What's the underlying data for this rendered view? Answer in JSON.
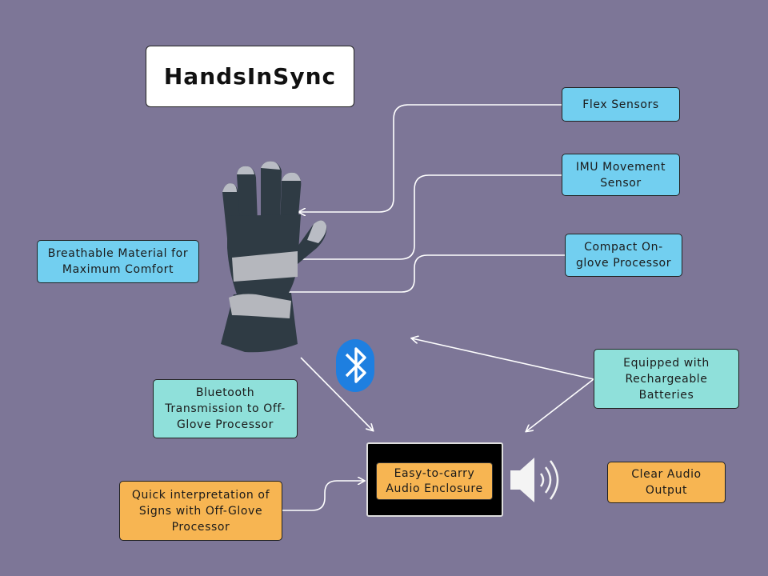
{
  "title": "HandsInSync",
  "labels": {
    "flex_sensors": "Flex Sensors",
    "imu": "IMU Movement Sensor",
    "processor_on": "Compact On-glove Processor",
    "breathable": "Breathable Material for Maximum Comfort",
    "batteries": "Equipped with Rechargeable Batteries",
    "bluetooth": "Bluetooth Transmission to Off-Glove Processor",
    "enclosure": "Easy-to-carry Audio Enclosure",
    "quick": "Quick interpretation of Signs with Off-Glove Processor",
    "audio": "Clear Audio Output"
  },
  "icons": [
    "glove-icon",
    "bluetooth-icon",
    "speaker-icon"
  ],
  "colors": {
    "background": "#7d7697",
    "blue_box": "#72cff0",
    "teal_box": "#8fe0da",
    "orange_box": "#f7b552",
    "bluetooth": "#1e7fe0",
    "glove": "#2f3b44"
  }
}
